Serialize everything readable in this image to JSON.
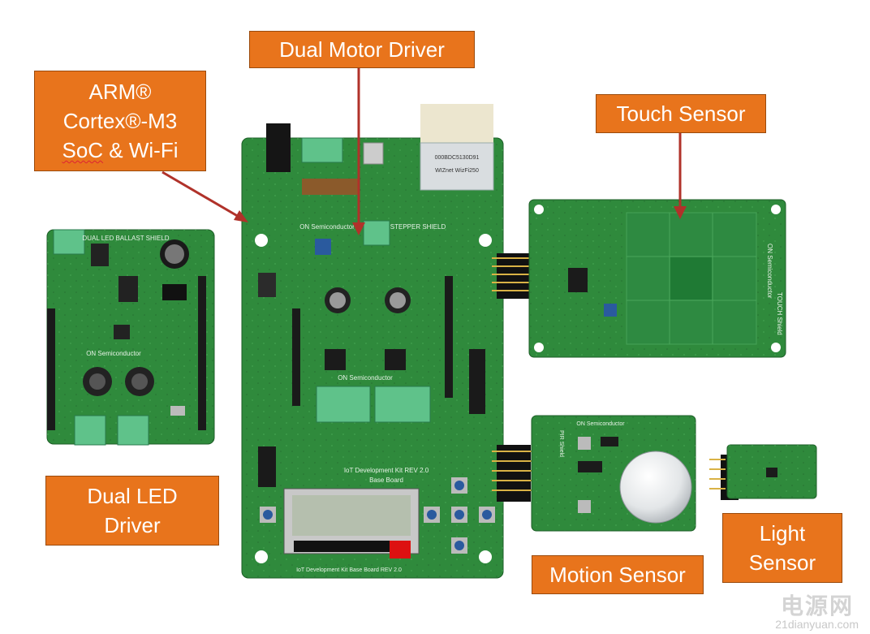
{
  "labels": {
    "arm_line1": "ARM®",
    "arm_line2": "Cortex®-M3",
    "arm_line3_a": "SoC",
    "arm_line3_b": "& Wi-Fi",
    "dual_motor": "Dual Motor Driver",
    "touch_sensor": "Touch Sensor",
    "dual_led_line1": "Dual LED",
    "dual_led_line2": "Driver",
    "motion_sensor": "Motion Sensor",
    "light_line1": "Light",
    "light_line2": "Sensor"
  },
  "boards": {
    "led_silk": "DUAL LED BALLAST SHIELD",
    "led_vendor": "ON Semiconductor",
    "base_vendor": "ON Semiconductor",
    "stepper_silk": "STEPPER SHIELD",
    "base_vendor2": "ON Semiconductor",
    "base_board_title": "IoT Development Kit REV 2.0",
    "base_board_sub": "Base Board",
    "base_board_bottom": "IoT Development Kit Base Board REV 2.0",
    "wifi_id": "000BDC5130D91",
    "wifi_brand": "WIZnet WizFi250",
    "touch_vendor": "ON Semiconductor",
    "touch_silk": "TOUCH Shield",
    "pir_vendor": "ON Semiconductor",
    "pir_silk": "PIR Shield"
  },
  "watermark": "21dianyuan.com",
  "watermark_cn": "电源网",
  "colors": {
    "label_fill": "#e8741c",
    "pcb_green": "#2f8a3c",
    "arrow": "#b0322a"
  }
}
